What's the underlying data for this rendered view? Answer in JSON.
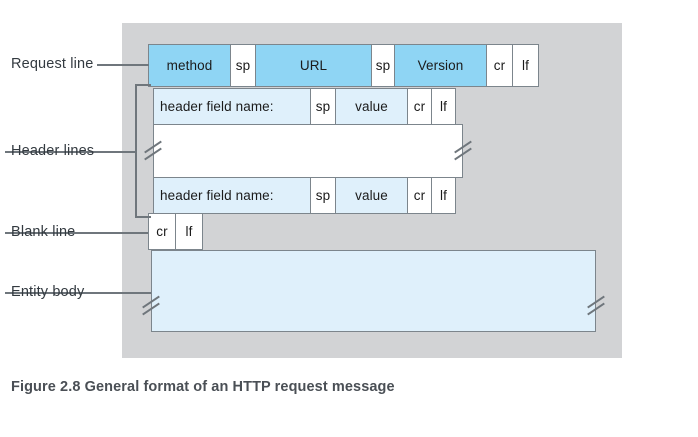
{
  "figure": {
    "caption": "Figure 2.8 General format of an HTTP request message",
    "background_color": "#d2d3d5",
    "page_background": "#ffffff"
  },
  "colors": {
    "fill_strong_blue": "#8fd5f4",
    "fill_light_blue": "#dff0fb",
    "fill_white": "#ffffff",
    "border": "#7c858c",
    "label_text": "#333a40",
    "caption_text": "#4a4f55"
  },
  "side_labels": [
    {
      "id": "request-line",
      "text": "Request line"
    },
    {
      "id": "header-lines",
      "text": "Header lines"
    },
    {
      "id": "blank-line",
      "text": "Blank line"
    },
    {
      "id": "entity-body",
      "text": "Entity body"
    }
  ],
  "request_line": {
    "label": "Request line",
    "fill": "#8fd5f4",
    "cells": [
      {
        "text": "method",
        "fill": "strong"
      },
      {
        "text": "sp",
        "fill": "white"
      },
      {
        "text": "URL",
        "fill": "strong"
      },
      {
        "text": "sp",
        "fill": "white"
      },
      {
        "text": "Version",
        "fill": "strong"
      },
      {
        "text": "cr",
        "fill": "white"
      },
      {
        "text": "lf",
        "fill": "white"
      }
    ]
  },
  "header_lines": {
    "label": "Header lines",
    "fill": "#dff0fb",
    "rows": [
      {
        "cells": [
          {
            "text": "header field name:",
            "fill": "light"
          },
          {
            "text": "sp",
            "fill": "white"
          },
          {
            "text": "value",
            "fill": "light"
          },
          {
            "text": "cr",
            "fill": "white"
          },
          {
            "text": "lf",
            "fill": "white"
          }
        ]
      },
      {
        "cells": [
          {
            "text": "header field name:",
            "fill": "light"
          },
          {
            "text": "sp",
            "fill": "white"
          },
          {
            "text": "value",
            "fill": "light"
          },
          {
            "text": "cr",
            "fill": "white"
          },
          {
            "text": "lf",
            "fill": "white"
          }
        ]
      }
    ],
    "continuation_gap": {
      "fill": "white",
      "meaning": "omitted additional header lines"
    }
  },
  "blank_line": {
    "label": "Blank line",
    "cells": [
      {
        "text": "cr",
        "fill": "white"
      },
      {
        "text": "lf",
        "fill": "white"
      }
    ]
  },
  "entity_body": {
    "label": "Entity body",
    "fill": "#dff0fb",
    "text": "",
    "continuation": "omitted body content"
  }
}
